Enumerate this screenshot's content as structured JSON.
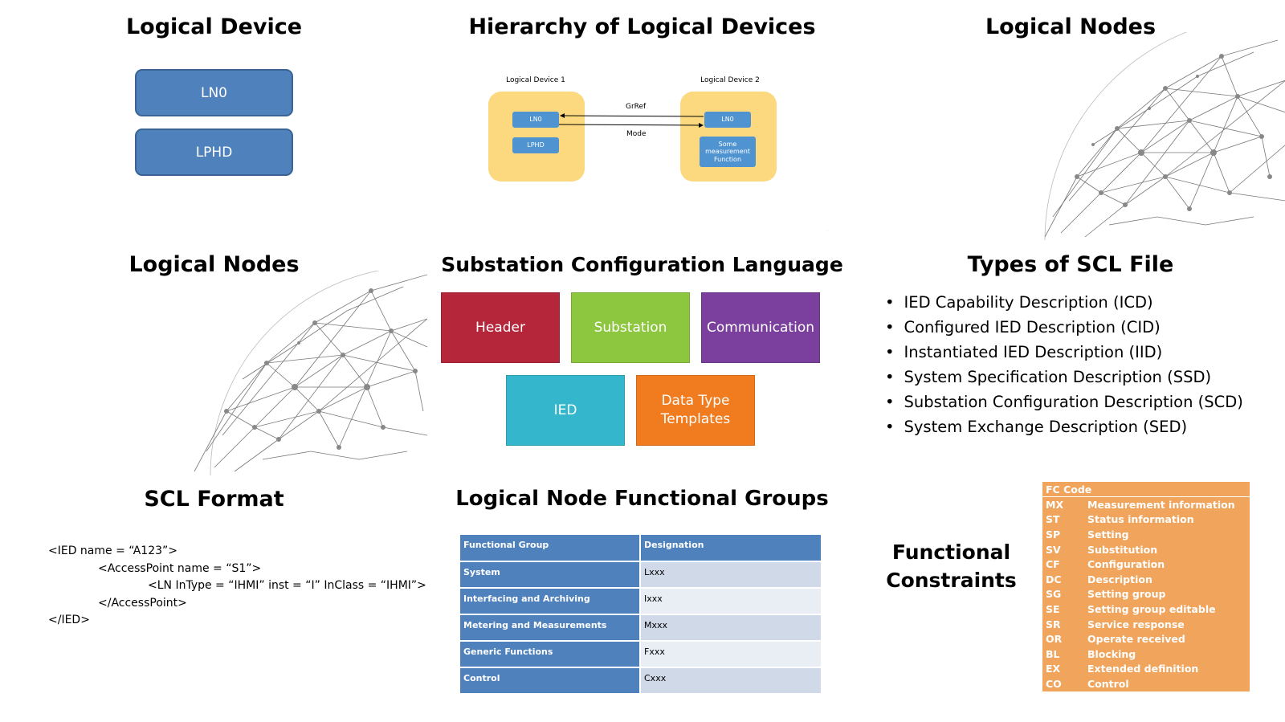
{
  "slide1": {
    "title": "Logical Device",
    "boxes": [
      "LN0",
      "LPHD"
    ]
  },
  "slide2": {
    "title": "Hierarchy of Logical Devices",
    "device1": {
      "caption": "Logical Device 1",
      "ln0": "LN0",
      "lphd": "LPHD"
    },
    "device2": {
      "caption": "Logical Device 2",
      "ln0": "LN0",
      "function_lines": [
        "Some",
        "measurement",
        "Function"
      ]
    },
    "arrows": {
      "grref": "GrRef",
      "mode": "Mode"
    }
  },
  "slide3": {
    "title": "Logical Nodes"
  },
  "slide4": {
    "title": "Logical Nodes"
  },
  "slide5": {
    "title": "Substation Configuration Language",
    "boxes": {
      "header": {
        "label": "Header",
        "color": "#b5263a"
      },
      "substation": {
        "label": "Substation",
        "color": "#8dc63f"
      },
      "communication": {
        "label": "Communication",
        "color": "#7b3f9d"
      },
      "ied": {
        "label": "IED",
        "color": "#34b7cc"
      },
      "datatype_lines": [
        "Data Type",
        "Templates"
      ],
      "datatype_color": "#f07c1f"
    }
  },
  "slide6": {
    "title": "Types of SCL File",
    "items": [
      "IED Capability Description (ICD)",
      "Configured IED Description (CID)",
      "Instantiated IED Description (IID)",
      "System Specification Description (SSD)",
      "Substation Configuration Description (SCD)",
      "System Exchange Description (SED)"
    ]
  },
  "slide7": {
    "title": "SCL Format",
    "lines": [
      "<IED name = “A123”>",
      "<AccessPoint name = “S1”>",
      "<LN InType = “IHMI” inst = “I” InClass = “IHMI”>",
      "</AccessPoint>",
      "</IED>"
    ]
  },
  "slide8": {
    "title": "Logical Node Functional Groups",
    "header": [
      "Functional Group",
      "Designation"
    ],
    "rows": [
      [
        "System",
        "Lxxx"
      ],
      [
        "Interfacing and Archiving",
        "Ixxx"
      ],
      [
        "Metering and Measurements",
        "Mxxx"
      ],
      [
        "Generic Functions",
        "Fxxx"
      ],
      [
        "Control",
        "Cxxx"
      ]
    ]
  },
  "slide9": {
    "title_lines": [
      "Functional",
      "Constraints"
    ],
    "table_header": "FC Code",
    "rows": [
      [
        "MX",
        "Measurement information"
      ],
      [
        "ST",
        "Status information"
      ],
      [
        "SP",
        "Setting"
      ],
      [
        "SV",
        "Substitution"
      ],
      [
        "CF",
        "Configuration"
      ],
      [
        "DC",
        "Description"
      ],
      [
        "SG",
        "Setting group"
      ],
      [
        "SE",
        "Setting group editable"
      ],
      [
        "SR",
        "Service response"
      ],
      [
        "OR",
        "Operate received"
      ],
      [
        "BL",
        "Blocking"
      ],
      [
        "EX",
        "Extended definition"
      ],
      [
        "CO",
        "Control"
      ]
    ]
  }
}
